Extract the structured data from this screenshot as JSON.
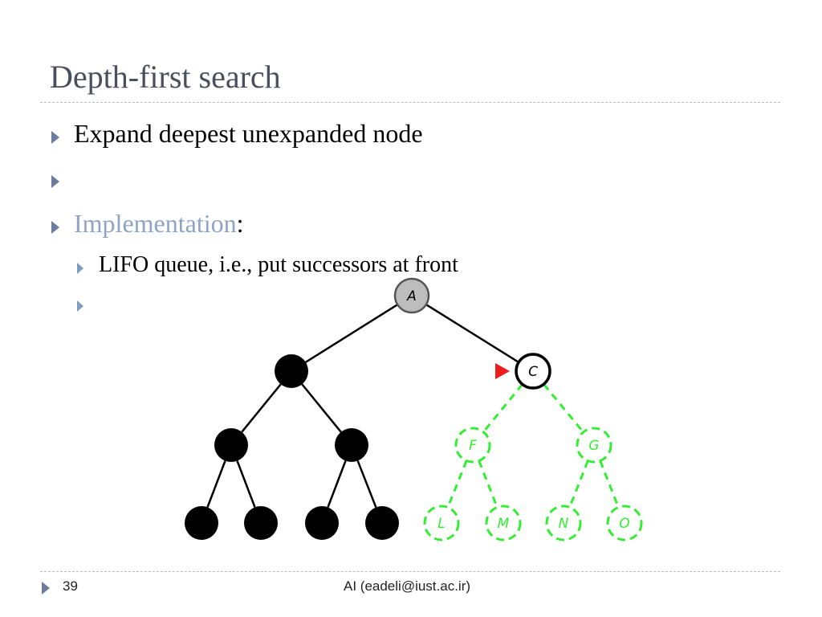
{
  "slide": {
    "title": "Depth-first search",
    "bullets": {
      "b1": "Expand deepest unexpanded node",
      "b3_link": "Implementation",
      "b3_suffix": ":",
      "b4": "LIFO queue, i.e., put successors at front"
    },
    "footer": {
      "page_number": "39",
      "center_text": "AI (eadeli@iust.ac.ir)"
    }
  },
  "tree": {
    "nodes": [
      {
        "id": "A",
        "label": "A",
        "state": "expanded"
      },
      {
        "id": "B",
        "label": "",
        "state": "done"
      },
      {
        "id": "C",
        "label": "C",
        "state": "current"
      },
      {
        "id": "D",
        "label": "",
        "state": "done"
      },
      {
        "id": "E",
        "label": "",
        "state": "done"
      },
      {
        "id": "F",
        "label": "F",
        "state": "unexplored"
      },
      {
        "id": "G",
        "label": "G",
        "state": "unexplored"
      },
      {
        "id": "H",
        "label": "",
        "state": "done"
      },
      {
        "id": "I",
        "label": "",
        "state": "done"
      },
      {
        "id": "J",
        "label": "",
        "state": "done"
      },
      {
        "id": "K",
        "label": "",
        "state": "done"
      },
      {
        "id": "L",
        "label": "L",
        "state": "unexplored"
      },
      {
        "id": "M",
        "label": "M",
        "state": "unexplored"
      },
      {
        "id": "N",
        "label": "N",
        "state": "unexplored"
      },
      {
        "id": "O",
        "label": "O",
        "state": "unexplored"
      }
    ],
    "edges": [
      [
        "A",
        "B",
        "solid"
      ],
      [
        "A",
        "C",
        "solid"
      ],
      [
        "B",
        "D",
        "solid"
      ],
      [
        "B",
        "E",
        "solid"
      ],
      [
        "C",
        "F",
        "dashed"
      ],
      [
        "C",
        "G",
        "dashed"
      ],
      [
        "D",
        "H",
        "solid"
      ],
      [
        "D",
        "I",
        "solid"
      ],
      [
        "E",
        "J",
        "solid"
      ],
      [
        "E",
        "K",
        "solid"
      ],
      [
        "F",
        "L",
        "dashed"
      ],
      [
        "F",
        "M",
        "dashed"
      ],
      [
        "G",
        "N",
        "dashed"
      ],
      [
        "G",
        "O",
        "dashed"
      ]
    ],
    "colors": {
      "edge": "#000000",
      "done_fill": "#000000",
      "expanded_fill": "#bdbdbd",
      "current_fill": "#ffffff",
      "unexplored": "#33ee33",
      "marker": "#ee1c1c"
    },
    "marker_target": "C"
  }
}
